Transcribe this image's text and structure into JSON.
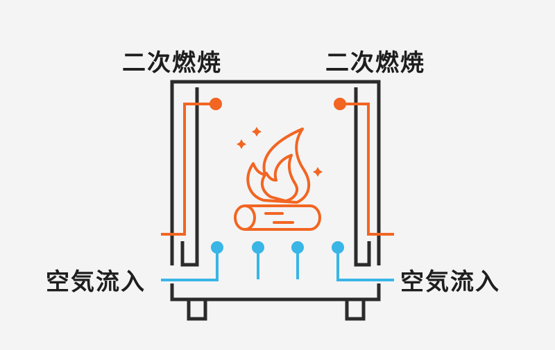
{
  "labels": {
    "secondary_combustion_left": "二次燃焼",
    "secondary_combustion_right": "二次燃焼",
    "air_inflow_left": "空気流入",
    "air_inflow_right": "空気流入"
  },
  "icons": [
    "fire-icon",
    "log-icon",
    "spark-icon"
  ],
  "colors": {
    "frame": "#2b2b2b",
    "combustion_path": "#f26522",
    "air_path": "#39b5e6",
    "label_text": "#1e1e1e",
    "background": "#f4f4f4"
  }
}
